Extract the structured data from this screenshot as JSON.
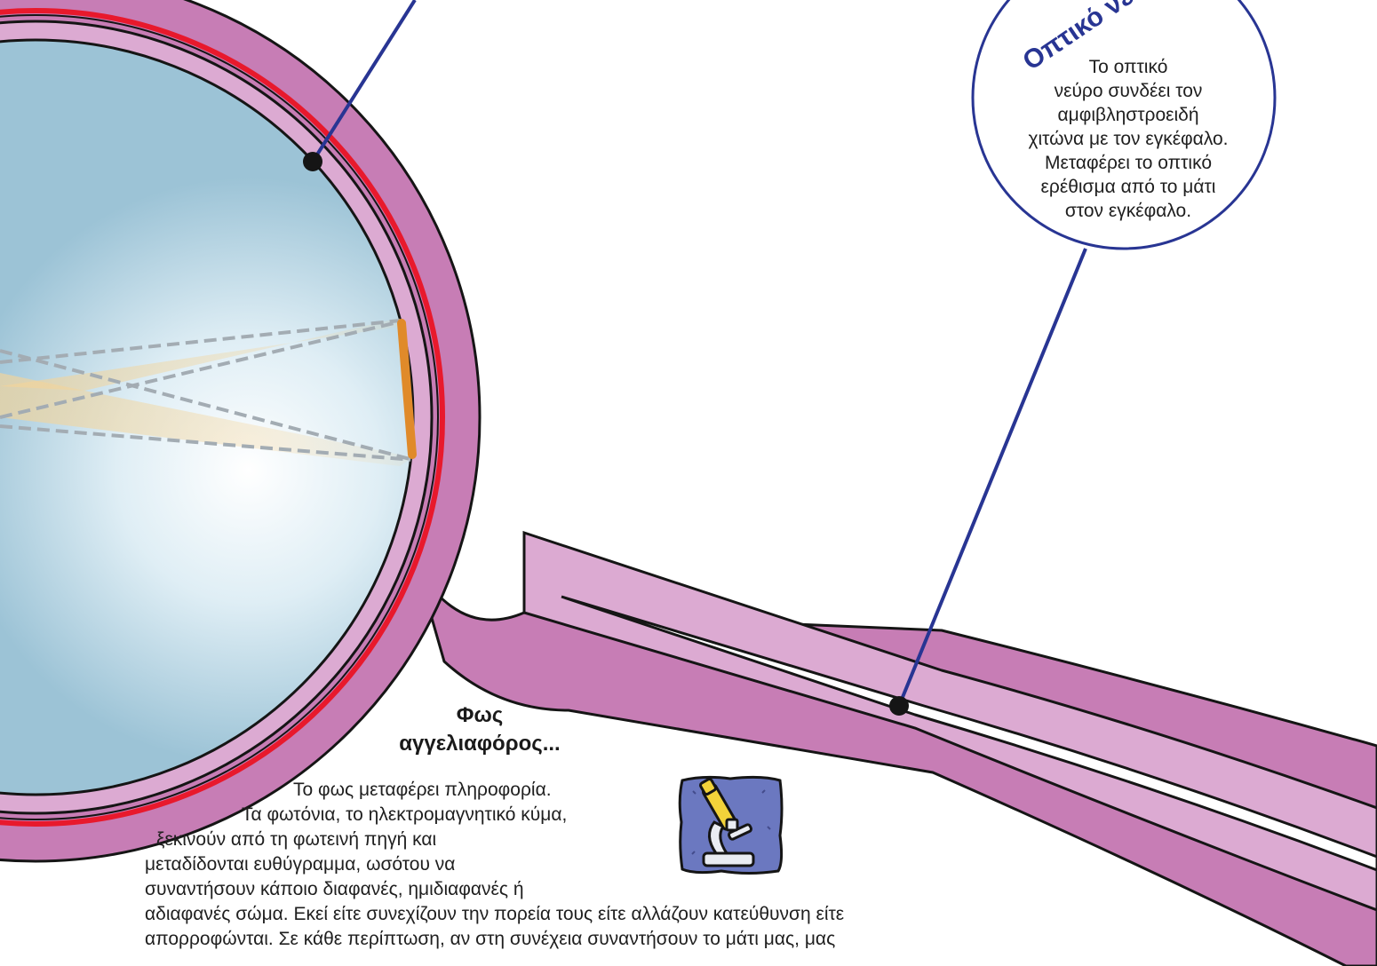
{
  "callout": {
    "title": "Οπτικό νεύρο",
    "lines": [
      "Το οπτικό",
      "νεύρο συνδέει τον",
      "αμφιβληστροειδή",
      "χιτώνα με τον εγκέφαλο.",
      "Μεταφέρει το οπτικό",
      "ερέθισμα από το μάτι",
      "στον εγκέφαλο."
    ]
  },
  "light_box": {
    "title_line1": "Φως",
    "title_line2": "αγγελιαφόρος...",
    "paragraph_lines": [
      "Το φως μεταφέρει πληροφορία.",
      "Τα φωτόνια, το ηλεκτρομαγνητικό κύμα,",
      "ξεκινούν από τη φωτεινή πηγή και",
      "μεταδίδονται ευθύγραμμα, ωσότου να",
      "συναντήσουν κάποιο διαφανές, ημιδιαφανές ή",
      "αδιαφανές σώμα. Εκεί είτε συνεχίζουν την πορεία τους είτε αλλάζουν κατεύθυνση είτε",
      "απορροφώνται. Σε κάθε περίπτωση, αν στη συνέχεια συναντήσουν το μάτι μας, μας"
    ]
  },
  "icons": {
    "microscope": "microscope-icon"
  },
  "colors": {
    "sclera": "#c77db5",
    "choroid": "#dcaad2",
    "retina": "#e8192c",
    "leader": "#283593",
    "image": "#e08a2a",
    "icon_bg": "#6b78c0"
  }
}
